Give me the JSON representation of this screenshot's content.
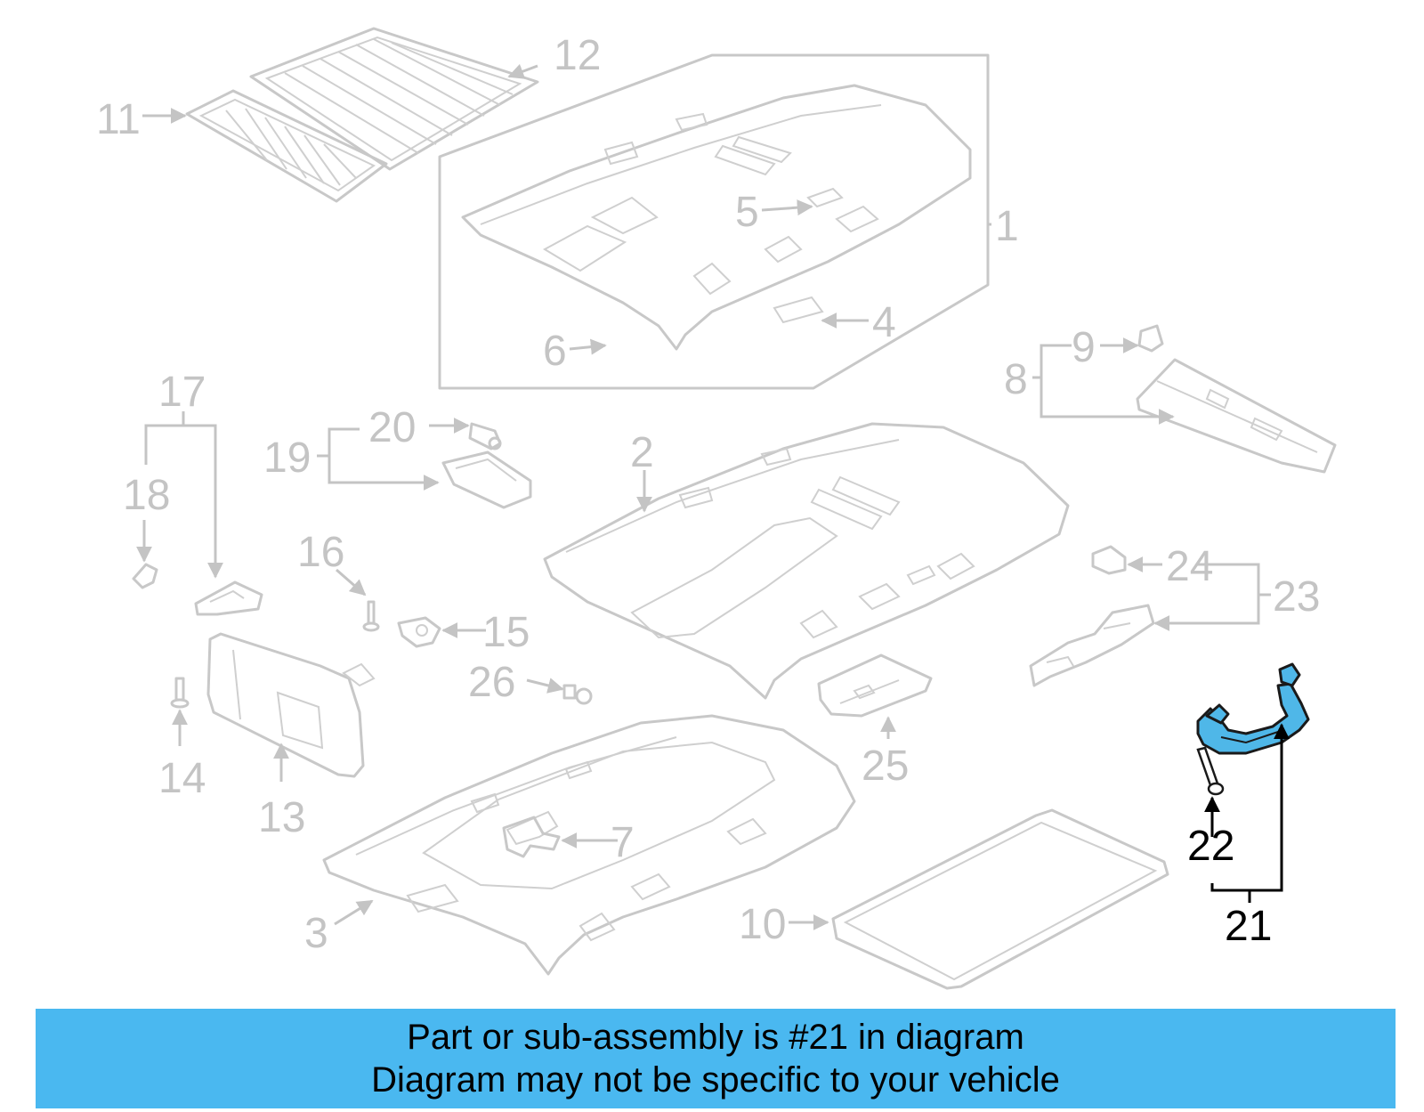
{
  "callouts": {
    "c1": "1",
    "c2": "2",
    "c3": "3",
    "c4": "4",
    "c5": "5",
    "c6": "6",
    "c7": "7",
    "c8": "8",
    "c9": "9",
    "c10": "10",
    "c11": "11",
    "c12": "12",
    "c13": "13",
    "c14": "14",
    "c15": "15",
    "c16": "16",
    "c17": "17",
    "c18": "18",
    "c19": "19",
    "c20": "20",
    "c21": "21",
    "c22": "22",
    "c23": "23",
    "c24": "24",
    "c25": "25",
    "c26": "26"
  },
  "highlight": {
    "part_number": "21",
    "color": "#4fb7e8"
  },
  "banner": {
    "line1": "Part or sub-assembly is #21 in diagram",
    "line2": "Diagram may not be specific to your vehicle",
    "background": "#4ab8f0"
  }
}
